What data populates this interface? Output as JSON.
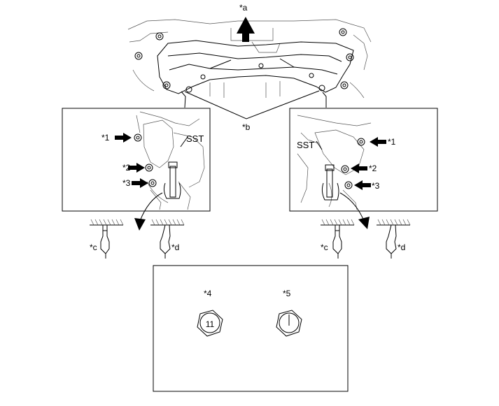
{
  "callouts": {
    "a": "*a",
    "b": "*b",
    "left_1": "*1",
    "left_2": "*2",
    "left_3": "*3",
    "left_sst": "SST",
    "left_c": "*c",
    "left_d": "*d",
    "right_1": "*1",
    "right_2": "*2",
    "right_3": "*3",
    "right_sst": "SST",
    "right_c": "*c",
    "right_d": "*d",
    "four": "*4",
    "five": "*5",
    "bolt_mark": "11"
  }
}
